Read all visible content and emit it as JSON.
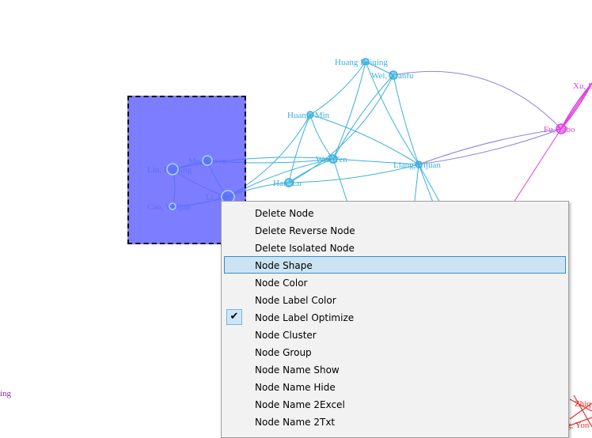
{
  "graph": {
    "nodes": [
      {
        "id": "huang-beiqing",
        "label": "Huang Beiqing",
        "color": "#3ab0dd"
      },
      {
        "id": "wei-xianfu",
        "label": "Wei, Xianfu",
        "color": "#3ab0dd"
      },
      {
        "id": "huang-min",
        "label": "Huang, Min",
        "color": "#3ab0dd"
      },
      {
        "id": "wei-yen",
        "label": "Wei, Yen",
        "color": "#3ab0dd"
      },
      {
        "id": "liang-lijuan",
        "label": "Liang, Lijuan",
        "color": "#3ab0dd"
      },
      {
        "id": "han-lu",
        "label": "Han, Lu",
        "color": "#3ab0dd"
      },
      {
        "id": "ma-liwen",
        "label": "Ma, Liwen",
        "color": "#3ab0dd"
      },
      {
        "id": "liu-ruiqing",
        "label": "Liu, Ruiqing",
        "color": "#3ab0dd"
      },
      {
        "id": "li-hui",
        "label": "Li, Hui",
        "color": "#3ab0dd"
      },
      {
        "id": "cao-weijun",
        "label": "Cao, Weijun",
        "color": "#3ab0dd"
      },
      {
        "id": "fu-yabo",
        "label": "Fu, Yabo",
        "color": "#e040e0"
      },
      {
        "id": "xu",
        "label": "Xu, L",
        "color": "#e040e0"
      },
      {
        "id": "left-edge",
        "label": "ing",
        "color": "#8a2a8a"
      },
      {
        "id": "zhiq",
        "label": "Zhiq",
        "color": "#e83030"
      },
      {
        "id": "yon",
        "label": "g, Yon",
        "color": "#e83030"
      }
    ]
  },
  "context_menu": {
    "items": [
      {
        "label": "Delete Node",
        "checked": false,
        "highlighted": false
      },
      {
        "label": "Delete Reverse Node",
        "checked": false,
        "highlighted": false
      },
      {
        "label": "Delete Isolated Node",
        "checked": false,
        "highlighted": false
      },
      {
        "label": "Node Shape",
        "checked": false,
        "highlighted": true
      },
      {
        "label": "Node Color",
        "checked": false,
        "highlighted": false
      },
      {
        "label": "Node Label Color",
        "checked": false,
        "highlighted": false
      },
      {
        "label": "Node Label Optimize",
        "checked": true,
        "highlighted": false
      },
      {
        "label": "Node Cluster",
        "checked": false,
        "highlighted": false
      },
      {
        "label": "Node Group",
        "checked": false,
        "highlighted": false
      },
      {
        "label": "Node Name Show",
        "checked": false,
        "highlighted": false
      },
      {
        "label": "Node Name Hide",
        "checked": false,
        "highlighted": false
      },
      {
        "label": "Node Name 2Excel",
        "checked": false,
        "highlighted": false
      },
      {
        "label": "Node Name 2Txt",
        "checked": false,
        "highlighted": false
      }
    ],
    "check_glyph": "✔"
  },
  "colors": {
    "blue_cluster": "#3ab0dd",
    "magenta_cluster": "#e040e0",
    "red_cluster": "#e83030",
    "selection_fill": "#6060ff",
    "menu_highlight": "#cce4f2"
  }
}
